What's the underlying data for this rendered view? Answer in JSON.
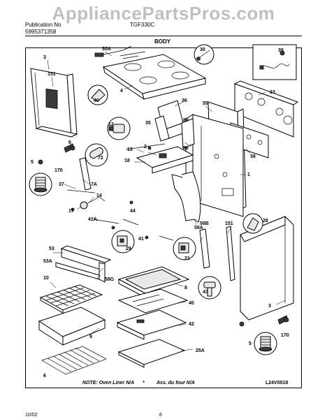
{
  "watermark": "AppliancePartsPros.com",
  "header": {
    "publication_label": "Publication No",
    "publication_number": "5995371358",
    "model": "TGF330C",
    "section_title": "BODY"
  },
  "callouts": {
    "c3a": "3",
    "c151a": "151",
    "c30a": "30A",
    "c30": "30",
    "c39": "39",
    "c33": "33",
    "c40a": "40",
    "c4": "4",
    "c36": "36",
    "c55": "55",
    "c12": "12",
    "c35": "35",
    "c89": "89",
    "c38": "38",
    "c6": "6",
    "c13": "13",
    "c2": "2",
    "c86": "86",
    "c72": "72",
    "c18": "18",
    "c1": "1",
    "c5a": "5",
    "c170a": "170",
    "c37": "37",
    "c7a": "7A",
    "c14": "14",
    "c17": "17",
    "c41a": "41A",
    "c44": "44",
    "c58b": "58B",
    "c58a": "58A",
    "c41": "41",
    "c151b": "151",
    "c28": "28",
    "c29": "29",
    "c21": "21",
    "c53": "53",
    "c53a": "53A",
    "c58g": "58G",
    "c10": "10",
    "c8": "8",
    "c43": "43",
    "c40b": "40",
    "c42": "42",
    "c9": "9",
    "c25a": "25A",
    "c3b": "3",
    "c5b": "5",
    "c170b": "170",
    "c6b": "6"
  },
  "note": {
    "left": "NOTE: Oven Liner N/A",
    "star": "*",
    "right": "Ass. du four N/A"
  },
  "diagram_code": "L24V0018",
  "footer": {
    "date": "10/02",
    "page": "6"
  }
}
